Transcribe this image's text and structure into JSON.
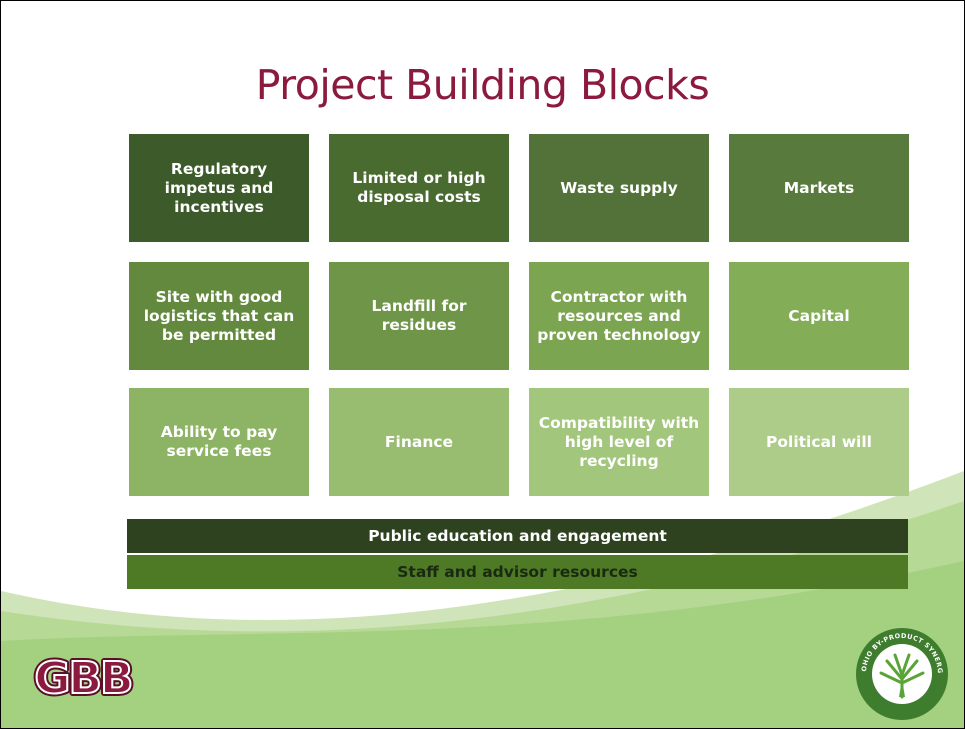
{
  "title": "Project Building Blocks",
  "blocks": [
    {
      "label": "Regulatory impetus and incentives",
      "color": "#3c5a2a"
    },
    {
      "label": "Limited or high disposal costs",
      "color": "#4a6b30"
    },
    {
      "label": "Waste supply",
      "color": "#53723a"
    },
    {
      "label": "Markets",
      "color": "#587a3c"
    },
    {
      "label": "Site with good logistics that can be permitted",
      "color": "#63893f"
    },
    {
      "label": "Landfill for residues",
      "color": "#6f9648"
    },
    {
      "label": "Contractor with resources and proven technology",
      "color": "#7ca552"
    },
    {
      "label": "Capital",
      "color": "#84ad58"
    },
    {
      "label": "Ability to pay service fees",
      "color": "#8db464"
    },
    {
      "label": "Finance",
      "color": "#98bc70"
    },
    {
      "label": "Compatibility with high level of recycling",
      "color": "#a3c67d"
    },
    {
      "label": "Political will",
      "color": "#aecc89"
    }
  ],
  "bars": {
    "public": "Public education and engagement",
    "staff": "Staff and advisor resources"
  },
  "logos": {
    "gbb": "GBB",
    "obsn": "OHIO BY-PRODUCT SYNERGY NETWORK"
  }
}
